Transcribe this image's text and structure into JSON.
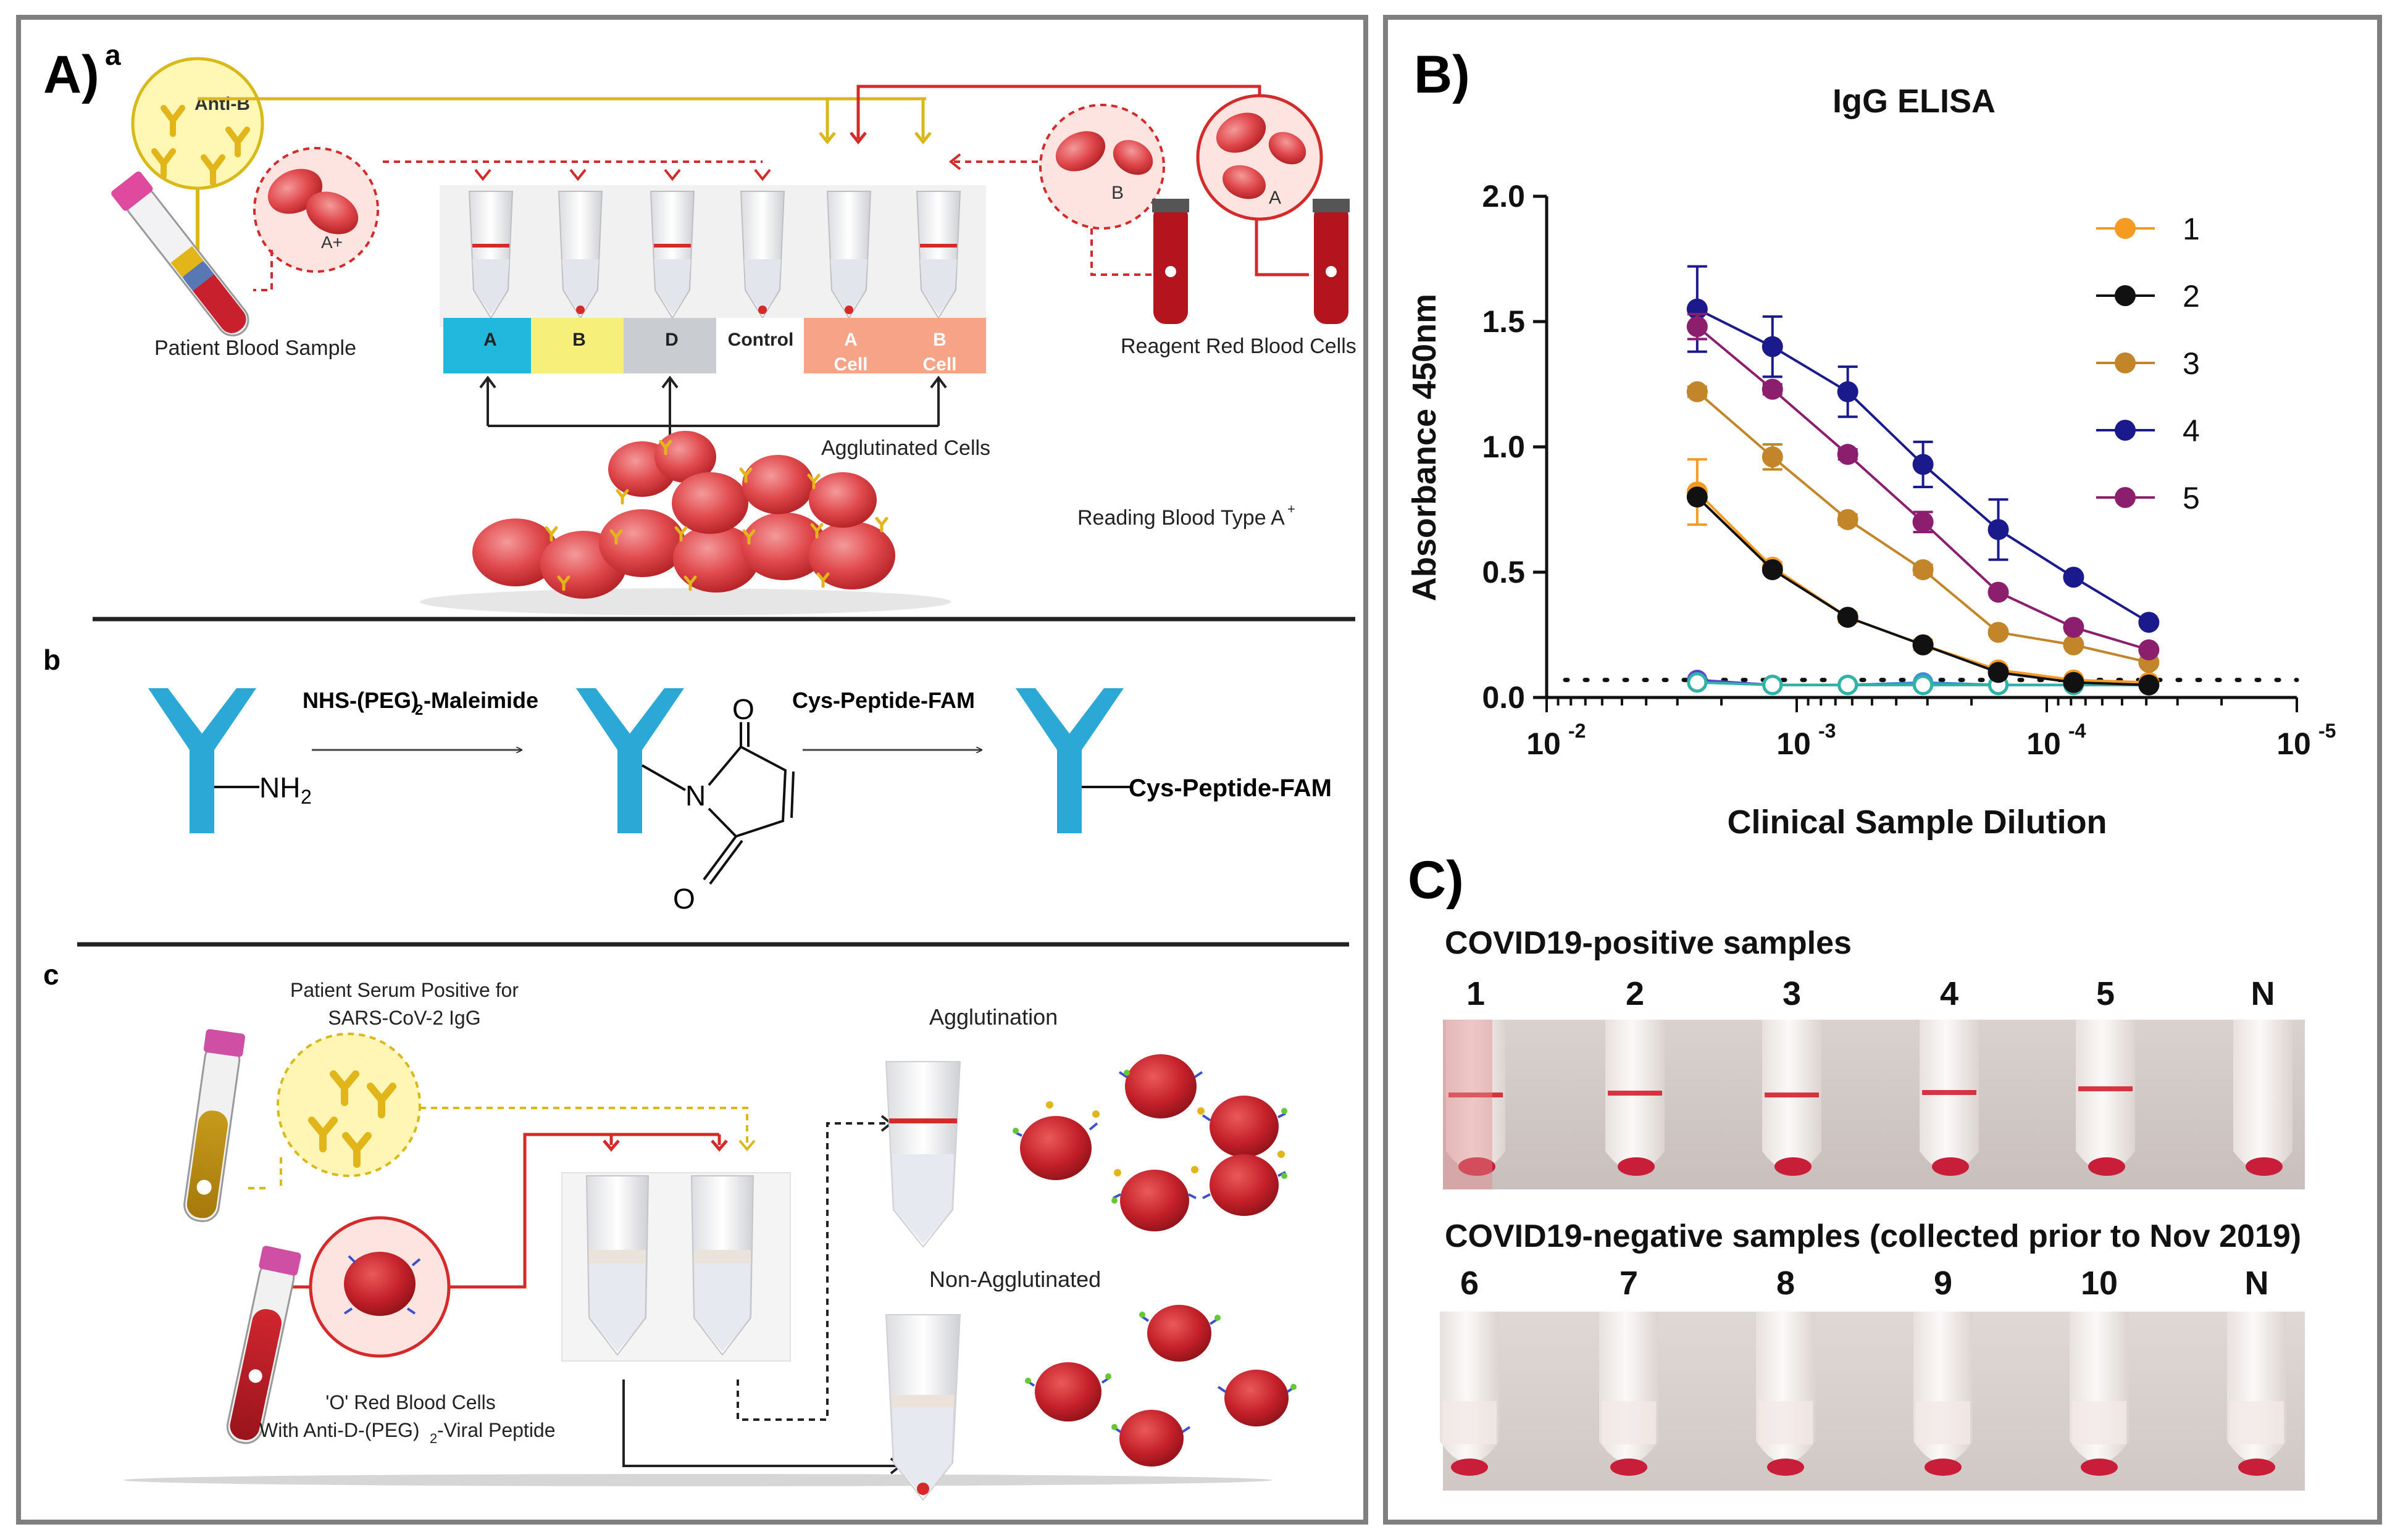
{
  "panelA": {
    "letter": "A)",
    "sup": "a",
    "anti_b": "Anti-B",
    "a_plus": "A+",
    "patient_sample": "Patient Blood Sample",
    "tubes": [
      "A",
      "B",
      "D",
      "Control",
      "A",
      "B"
    ],
    "cell_word": "Cell",
    "b_circle": "B",
    "a_circle": "A",
    "reagent": "Reagent Red Blood Cells",
    "agglutinated": "Agglutinated Cells",
    "reading": "Reading Blood Type A",
    "reading_sup": "+",
    "colors": {
      "A": "#22b7dd",
      "B": "#f6f07a",
      "D": "#c9cdd1",
      "cell": "#f7a388",
      "red": "#d42a2a",
      "yellow": "#e2c21a"
    }
  },
  "panelAb": {
    "letter": "b",
    "nh2": "NH",
    "nh2_sub": "2",
    "reagent1": "NHS-(PEG)",
    "reagent1_sub": "2",
    "reagent1_suffix": "-Maleimide",
    "reagent2": "Cys-Peptide-FAM",
    "n": "N",
    "o1": "O",
    "o2": "O",
    "product": "Cys-Peptide-FAM",
    "antibody_color": "#2ba8d6"
  },
  "panelAc": {
    "letter": "c",
    "serum1": "Patient Serum Positive for",
    "serum2": "SARS-CoV-2 IgG",
    "agglutination": "Agglutination",
    "non_agglutinated": "Non-Agglutinated",
    "o_cells1": "'O' Red Blood Cells",
    "o_cells2": "With Anti-D-(PEG)",
    "o_cells2_sub": "2",
    "o_cells2_suffix": "-Viral Peptide"
  },
  "panelB": {
    "letter": "B)"
  },
  "chart_data": {
    "type": "line",
    "title": "IgG ELISA",
    "xlabel": "Clinical Sample Dilution",
    "ylabel": "Absorbance 450nm",
    "x_scale": "log-reversed",
    "xlim": [
      0.01,
      1e-05
    ],
    "ylim": [
      0,
      2.0
    ],
    "yticks": [
      "0.0",
      "0.5",
      "1.0",
      "1.5",
      "2.0"
    ],
    "xticks": [
      {
        "value": 0.01,
        "base": "10",
        "exp": "-2"
      },
      {
        "value": 0.001,
        "base": "10",
        "exp": "-3"
      },
      {
        "value": 0.0001,
        "base": "10",
        "exp": "-4"
      },
      {
        "value": 1e-05,
        "base": "10",
        "exp": "-5"
      }
    ],
    "x": [
      0.0025,
      0.00125,
      0.000625,
      0.0003125,
      0.00015625,
      7.8125e-05,
      3.90625e-05
    ],
    "cutoff": 0.07,
    "legend_position": "top-right",
    "series": [
      {
        "name": "1",
        "color": "#f59a23",
        "values": [
          0.82,
          0.52,
          0.32,
          0.21,
          0.11,
          0.07,
          0.06
        ],
        "err": [
          0.13,
          0.02,
          0.02,
          0.02,
          0.01,
          0.01,
          0.01
        ]
      },
      {
        "name": "2",
        "color": "#111111",
        "values": [
          0.8,
          0.51,
          0.32,
          0.21,
          0.1,
          0.06,
          0.05
        ],
        "err": [
          0,
          0,
          0,
          0,
          0,
          0,
          0
        ]
      },
      {
        "name": "3",
        "color": "#c2852a",
        "values": [
          1.22,
          0.96,
          0.71,
          0.51,
          0.26,
          0.21,
          0.14
        ],
        "err": [
          0.02,
          0.05,
          0.02,
          0.02,
          0.01,
          0.01,
          0.01
        ]
      },
      {
        "name": "4",
        "color": "#1b1a8c",
        "values": [
          1.55,
          1.4,
          1.22,
          0.93,
          0.67,
          0.48,
          0.3
        ],
        "err": [
          0.17,
          0.12,
          0.1,
          0.09,
          0.12,
          0.01,
          0.01
        ]
      },
      {
        "name": "5",
        "color": "#8c1e6e",
        "values": [
          1.48,
          1.23,
          0.97,
          0.7,
          0.42,
          0.28,
          0.19
        ],
        "err": [
          0.05,
          0.02,
          0.02,
          0.04,
          0.01,
          0.01,
          0.01
        ]
      }
    ],
    "negative_series": [
      {
        "color": "#5a3fd1",
        "values": [
          0.07,
          0.05,
          0.05,
          0.05,
          0.05,
          0.05,
          0.05
        ]
      },
      {
        "color": "#3a8fd9",
        "values": [
          0.06,
          0.05,
          0.05,
          0.06,
          0.05,
          0.05,
          0.05
        ]
      },
      {
        "color": "#2fb3a5",
        "values": [
          0.06,
          0.05,
          0.05,
          0.05,
          0.05,
          0.05,
          0.05
        ]
      }
    ]
  },
  "panelC": {
    "letter": "C)",
    "positive_title": "COVID19-positive  samples",
    "positive_labels": [
      "1",
      "2",
      "3",
      "4",
      "5",
      "N"
    ],
    "negative_title": "COVID19-negative  samples (collected prior to Nov 2019)",
    "negative_labels": [
      "6",
      "7",
      "8",
      "9",
      "10",
      "N"
    ]
  }
}
